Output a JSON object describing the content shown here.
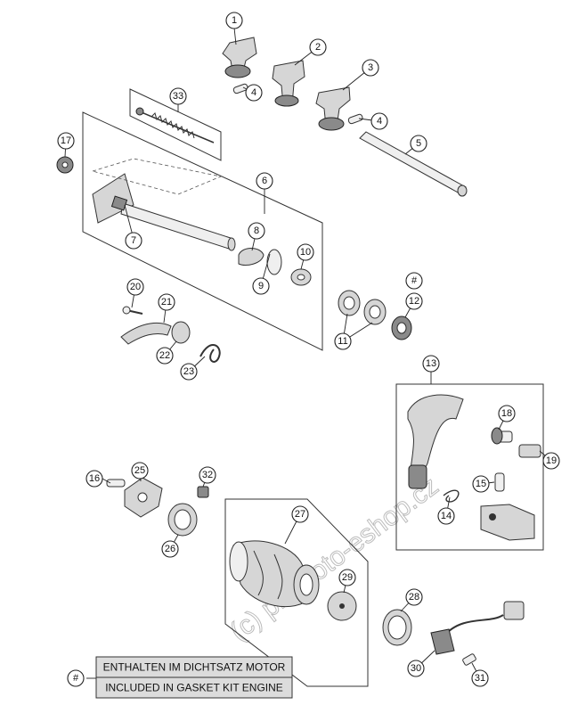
{
  "callouts": [
    "1",
    "2",
    "3",
    "4",
    "4",
    "5",
    "6",
    "7",
    "8",
    "9",
    "10",
    "11",
    "#",
    "12",
    "13",
    "14",
    "15",
    "16",
    "17",
    "18",
    "19",
    "20",
    "21",
    "22",
    "23",
    "25",
    "26",
    "27",
    "28",
    "29",
    "30",
    "31",
    "32",
    "33"
  ],
  "legend": {
    "hash": "#",
    "line1": "ENTHALTEN IM DICHTSATZ MOTOR",
    "line2": "INCLUDED IN GASKET KIT ENGINE"
  },
  "watermark": "(c) promoto-eshop.cz"
}
